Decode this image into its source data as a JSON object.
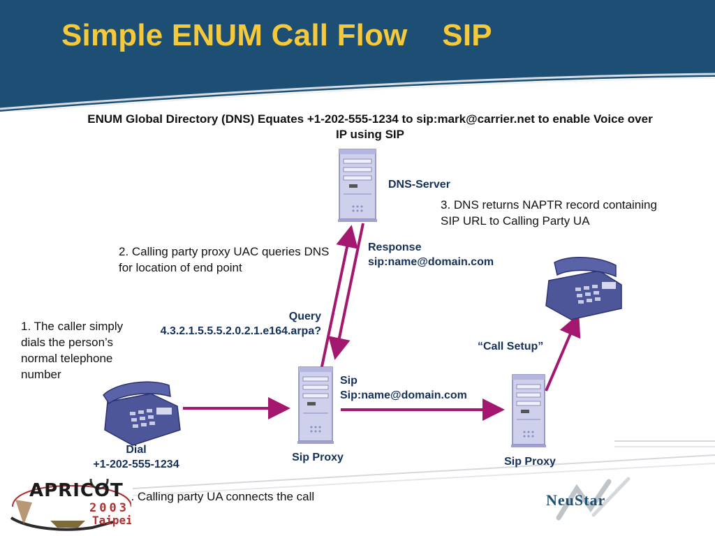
{
  "title": "Simple ENUM Call Flow    SIP",
  "subtitle": "ENUM Global Directory (DNS) Equates +1-202-555-1234 to sip:mark@carrier.net to enable Voice over IP using SIP",
  "nodes": {
    "dns_server": "DNS-Server",
    "sip_proxy_left": "Sip Proxy",
    "sip_proxy_right": "Sip Proxy"
  },
  "labels": {
    "response": "Response",
    "response_uri": "sip:name@domain.com",
    "query": "Query",
    "query_domain": "4.3.2.1.5.5.5.2.0.2.1.e164.arpa?",
    "sip": "Sip",
    "sip_uri": "Sip:name@domain.com",
    "call_setup": "“Call Setup”",
    "dial": "Dial",
    "dial_number": "+1-202-555-1234"
  },
  "steps": [
    "1. The caller simply dials the person’s normal telephone number",
    "2. Calling party proxy UAC queries DNS for location of end point",
    "3. DNS returns NAPTR record containing SIP URL to Calling Party UA",
    "4. Calling party UA connects the call"
  ],
  "logos": {
    "apricot_word": "APRICOT",
    "apricot_year": "2003",
    "apricot_city": "Taipei",
    "neustar": "NeuStar"
  },
  "colors": {
    "header": "#1c4f73",
    "title": "#f5c93a",
    "arrow": "#a3186e",
    "label": "#14305a"
  }
}
